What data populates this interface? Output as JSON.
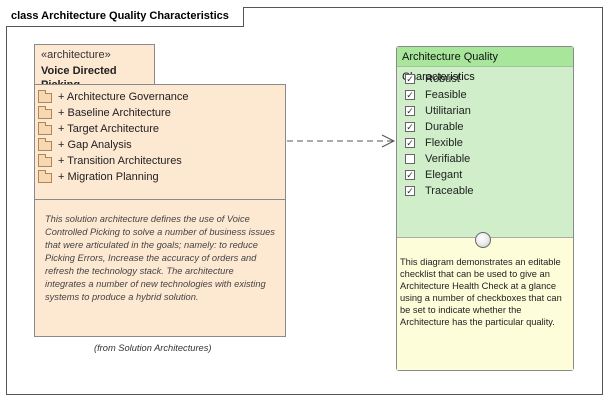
{
  "diagram": {
    "frame_title": "class Architecture Quality Characteristics"
  },
  "package": {
    "stereotype": "«architecture»",
    "name": "Voice Directed Picking",
    "items": [
      {
        "label": "+ Architecture Governance",
        "icon": "folder-icon"
      },
      {
        "label": "+ Baseline Architecture",
        "icon": "folder-icon"
      },
      {
        "label": "+ Target Architecture",
        "icon": "folder-icon"
      },
      {
        "label": "+ Gap Analysis",
        "icon": "folder-icon"
      },
      {
        "label": "+ Transition Architectures",
        "icon": "folder-icon"
      },
      {
        "label": "+ Migration Planning",
        "icon": "folder-icon"
      }
    ],
    "notes": "This solution architecture defines the use of Voice Controlled Picking to solve a number of business issues that were articulated in the goals; namely: to reduce Picking Errors, Increase the accuracy of orders and refresh the technology stack. The architecture integrates a number of new technologies with existing systems to produce a hybrid solution.",
    "from": "(from Solution Architectures)"
  },
  "checklist": {
    "title": "Architecture Quality Characteristics",
    "items": [
      {
        "label": "Robust",
        "checked": true
      },
      {
        "label": "Feasible",
        "checked": true
      },
      {
        "label": "Utilitarian",
        "checked": true
      },
      {
        "label": "Durable",
        "checked": true
      },
      {
        "label": "Flexible",
        "checked": true
      },
      {
        "label": "Verifiable",
        "checked": false
      },
      {
        "label": "Elegant",
        "checked": true
      },
      {
        "label": "Traceable",
        "checked": true
      }
    ],
    "note": "This diagram demonstrates an editable checklist that can be used to give an Architecture Health Check at a glance using a number of checkboxes that can be set to indicate whether the Architecture has the particular quality."
  },
  "colors": {
    "package_fill": "#fde8d2",
    "checklist_header": "#a8e69c",
    "checklist_body": "#cfeec9",
    "note_fill": "#fdfdd9"
  }
}
